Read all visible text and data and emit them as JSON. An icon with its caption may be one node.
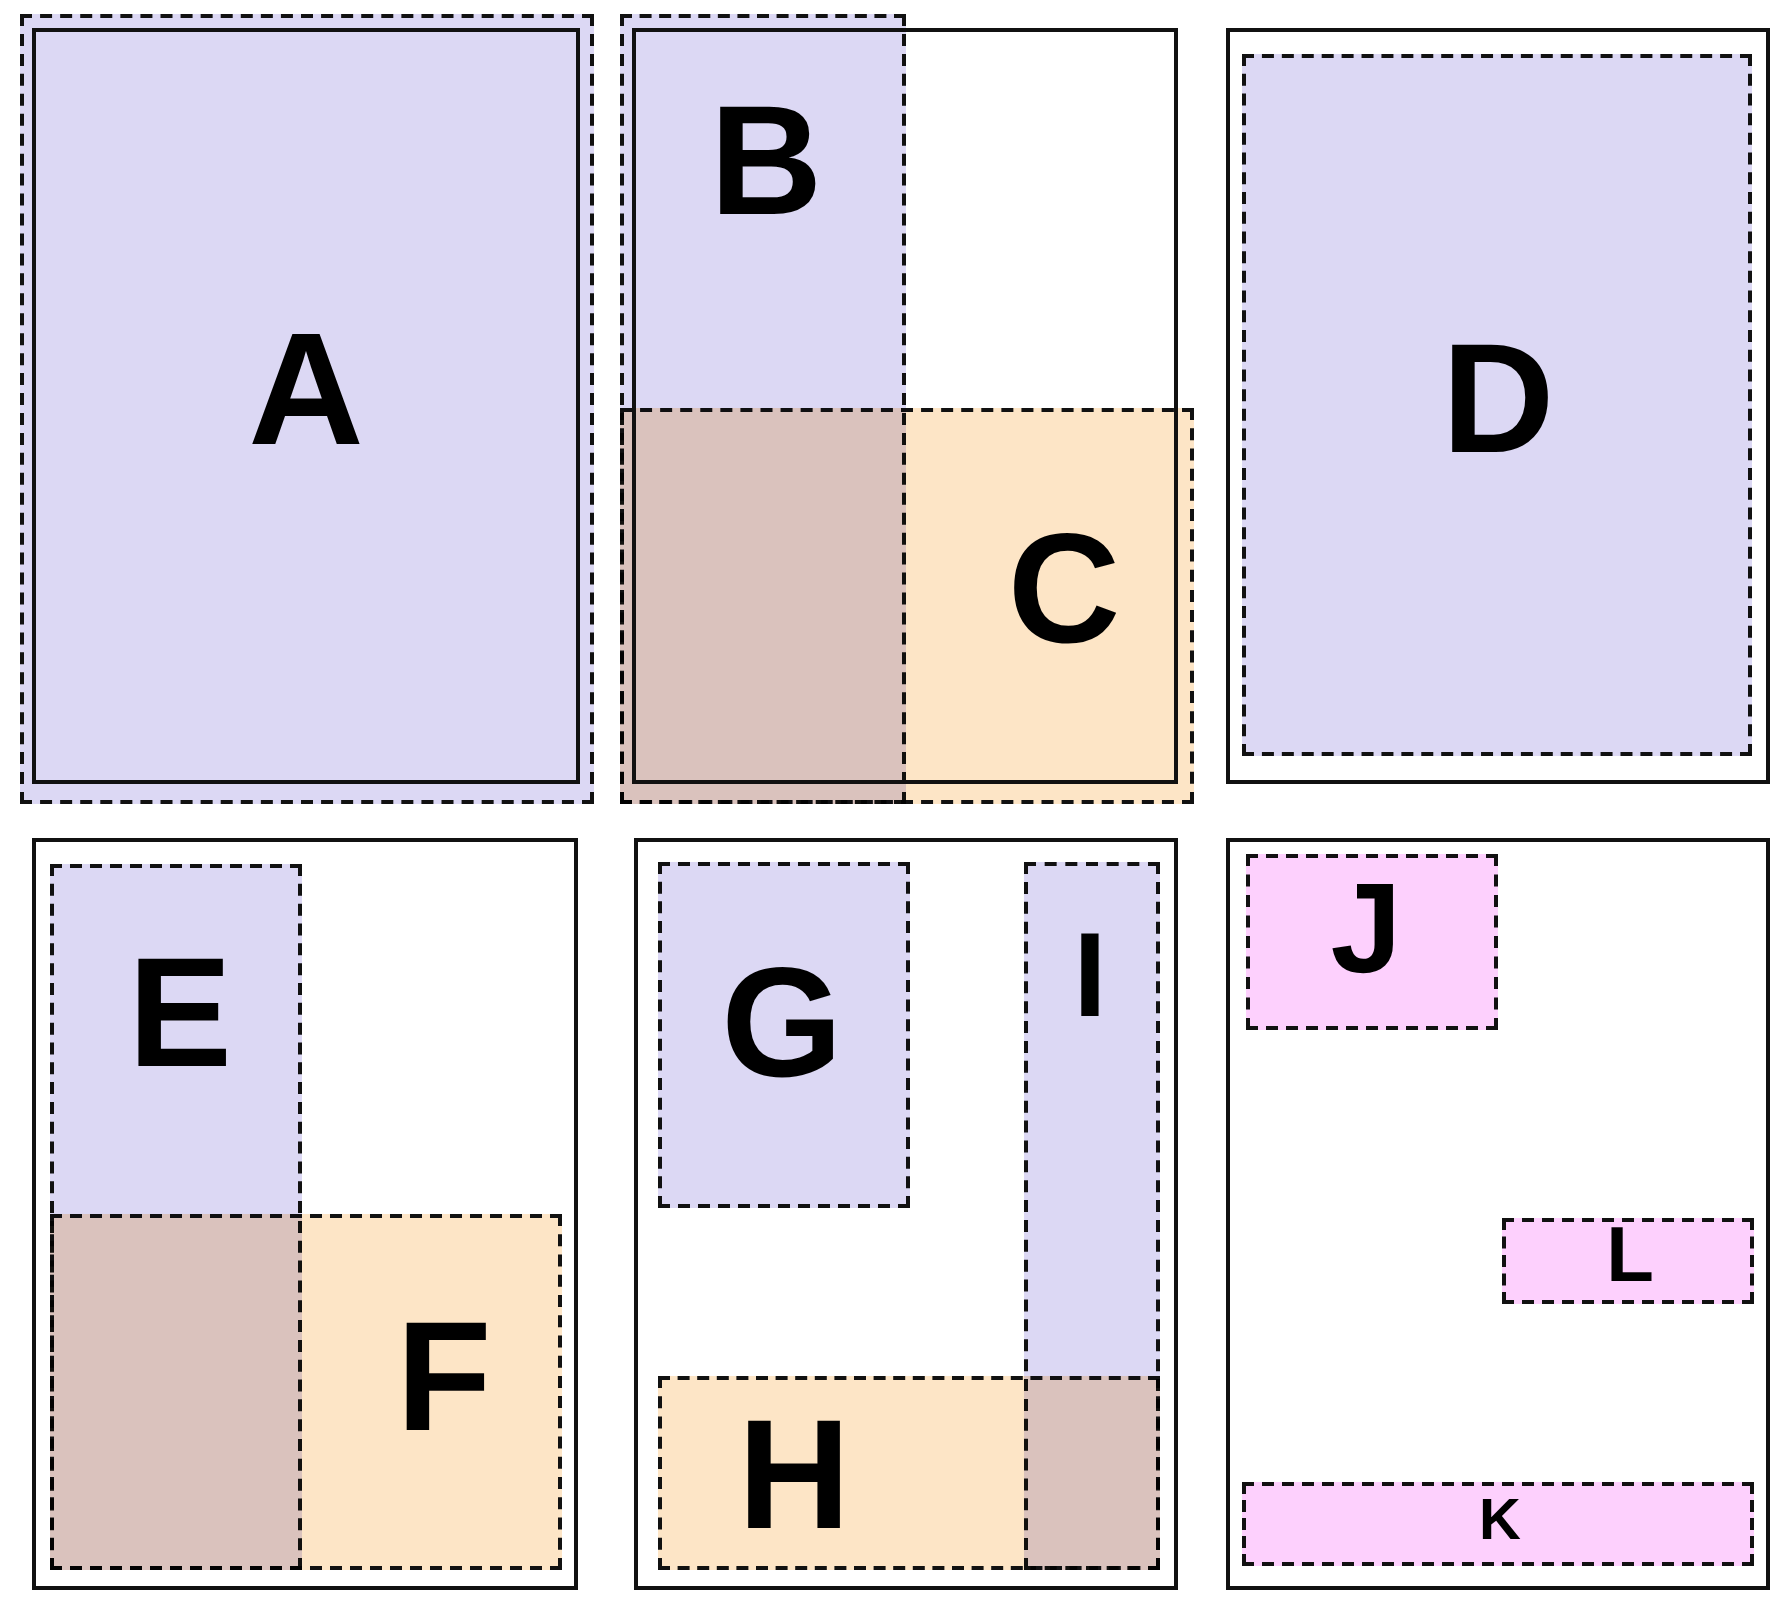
{
  "diagram": {
    "nodes": [
      {
        "text": [
          "A"
        ]
      },
      {
        "text": [
          "B"
        ]
      },
      {
        "text": [
          "C"
        ]
      },
      {
        "text": [
          "D"
        ]
      },
      {
        "text": [
          "E"
        ]
      },
      {
        "text": [
          "F"
        ]
      },
      {
        "text": [
          "G"
        ]
      },
      {
        "text": [
          "I"
        ]
      },
      {
        "text": [
          "H"
        ]
      },
      {
        "text": [
          "J"
        ]
      },
      {
        "text": [
          "L"
        ]
      },
      {
        "text": [
          "K"
        ]
      }
    ]
  }
}
